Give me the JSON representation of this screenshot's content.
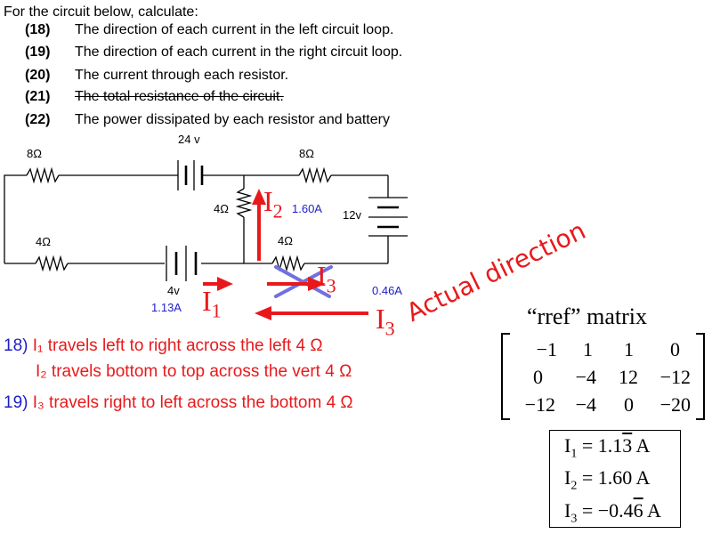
{
  "intro": "For the circuit below, calculate:",
  "questions": [
    {
      "num": "(18)",
      "text": "The direction of each current in the left circuit loop."
    },
    {
      "num": "(19)",
      "text": "The direction of each current in the right circuit loop."
    },
    {
      "num": "(20)",
      "text": "The current through each resistor."
    },
    {
      "num": "(21)",
      "text": "The total resistance of the circuit."
    },
    {
      "num": "(22)",
      "text": "The power dissipated by each resistor and battery"
    }
  ],
  "circuit": {
    "r_top_left": "8Ω",
    "battery_top": "24 v",
    "r_top_right": "8Ω",
    "r_vertical": "4Ω",
    "battery_right": "12v",
    "r_bottom_left": "4Ω",
    "r_bottom_mid": "4Ω",
    "battery_bottom": "4v",
    "i1_value": "1.13A",
    "i2_value": "1.60A",
    "i3_value": "0.46A"
  },
  "current_labels": {
    "i": "I",
    "s1": "1",
    "s2": "2",
    "s3": "3"
  },
  "annotation": "Actual direction",
  "answers": {
    "a18_num": "18)",
    "a18_line1": "I₁ travels left to right across the left 4 Ω",
    "a18_line2": "I₂ travels bottom to top across the vert  4 Ω",
    "a19_num": "19)",
    "a19_line": "I₃ travels right to left across the bottom 4 Ω"
  },
  "rref": {
    "title": "“rref” matrix",
    "rows": [
      [
        "−1",
        "1",
        "1",
        "0"
      ],
      [
        "0",
        "−4",
        "12",
        "−12"
      ],
      [
        "−12",
        "−4",
        "0",
        "−20"
      ]
    ]
  },
  "results": [
    {
      "var": "I",
      "sub": "1",
      "pre": " = 1.1",
      "over": "3",
      "post": " A"
    },
    {
      "var": "I",
      "sub": "2",
      "pre": " = 1.60 A",
      "over": "",
      "post": ""
    },
    {
      "var": "I",
      "sub": "3",
      "pre": " = −0.4",
      "over": "6",
      "post": " A"
    }
  ],
  "colors": {
    "red": "#e8191c",
    "blue": "#1c1ec8",
    "cross": "#7070e0"
  }
}
